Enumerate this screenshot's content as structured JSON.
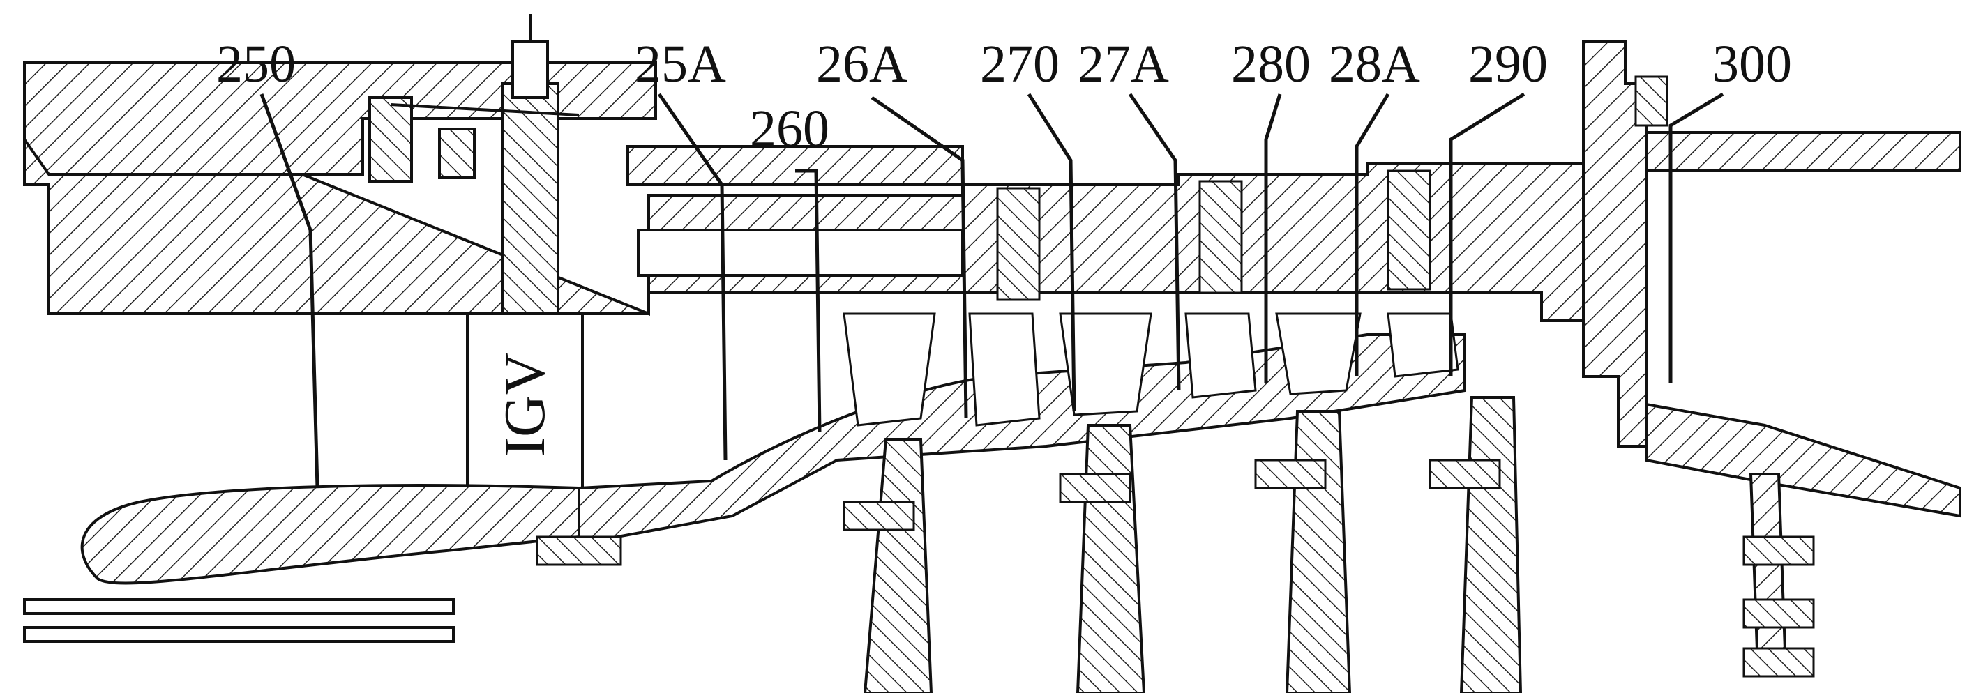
{
  "callouts": [
    {
      "id": "250",
      "text": "250"
    },
    {
      "id": "25A",
      "text": "25A"
    },
    {
      "id": "260",
      "text": "260"
    },
    {
      "id": "26A",
      "text": "26A"
    },
    {
      "id": "270",
      "text": "270"
    },
    {
      "id": "27A",
      "text": "27A"
    },
    {
      "id": "280",
      "text": "280"
    },
    {
      "id": "28A",
      "text": "28A"
    },
    {
      "id": "290",
      "text": "290"
    },
    {
      "id": "300",
      "text": "300"
    }
  ],
  "igv_label": "IGV",
  "colors": {
    "line": "#111111",
    "background": "#ffffff",
    "hatch": "#222222"
  }
}
